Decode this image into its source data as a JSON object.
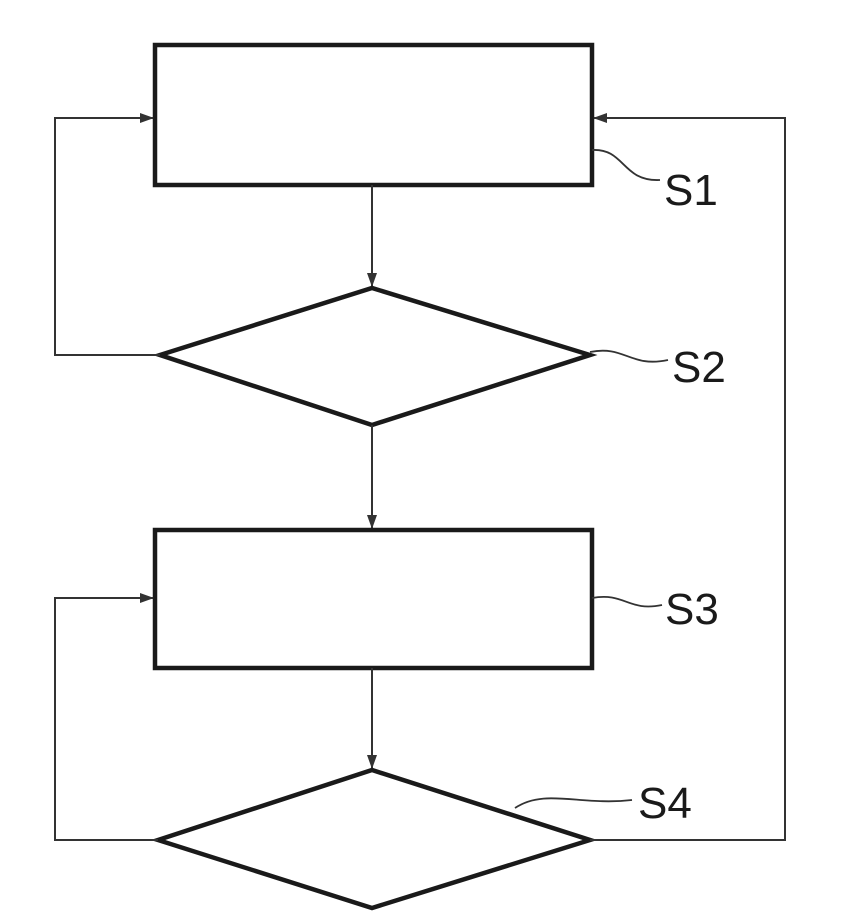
{
  "diagram": {
    "type": "flowchart",
    "steps": [
      {
        "id": "S1",
        "label": "S1",
        "shape": "process"
      },
      {
        "id": "S2",
        "label": "S2",
        "shape": "decision"
      },
      {
        "id": "S3",
        "label": "S3",
        "shape": "process"
      },
      {
        "id": "S4",
        "label": "S4",
        "shape": "decision"
      }
    ],
    "edges": [
      {
        "from": "S1",
        "to": "S2"
      },
      {
        "from": "S2",
        "to": "S1",
        "kind": "loop-left"
      },
      {
        "from": "S2",
        "to": "S3"
      },
      {
        "from": "S3",
        "to": "S4"
      },
      {
        "from": "S4",
        "to": "S3",
        "kind": "loop-left"
      },
      {
        "from": "S4",
        "to": "S1",
        "kind": "loop-right"
      }
    ],
    "colors": {
      "stroke": "#1a1a1a",
      "background": "#ffffff"
    }
  }
}
